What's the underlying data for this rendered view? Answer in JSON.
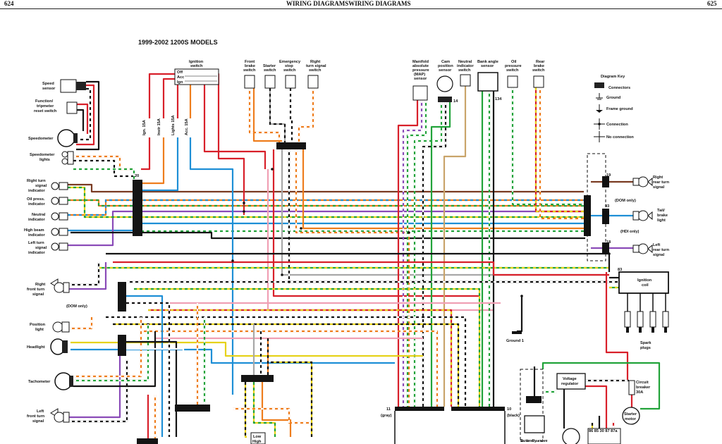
{
  "header": {
    "page_left": "624",
    "title": "WIRING DIAGRAMSWIRING DIAGRAMS",
    "page_right": "625"
  },
  "diagram_title": "1999-2002 1200S MODELS",
  "components": {
    "speed_sensor": [
      "Speed",
      "sensor"
    ],
    "function_switch": [
      "Function/",
      "tripmeter",
      "reset switch"
    ],
    "speedometer": "Speedometer",
    "speedometer_lights": [
      "Speedometer",
      "lights"
    ],
    "right_turn_indicator": [
      "Right turn",
      "signal",
      "indicator"
    ],
    "oil_press_indicator": [
      "Oil press.",
      "indicator"
    ],
    "neutral_indicator": [
      "Neutral",
      "indicator"
    ],
    "high_beam_indicator": [
      "High beam",
      "indicator"
    ],
    "left_turn_indicator": [
      "Left turn",
      "signal",
      "indicator"
    ],
    "right_front_turn": [
      "Right",
      "front turn",
      "signal"
    ],
    "dom_only": "(DOM only)",
    "position_light": [
      "Position",
      "light"
    ],
    "headlight": "Headlight",
    "tachometer": "Tachometer",
    "left_front_turn": [
      "Left",
      "front turn",
      "signal"
    ],
    "ignition_switch": [
      "Ignition",
      "switch"
    ],
    "ignition_positions": [
      "Off",
      "Acc",
      "Ign"
    ],
    "fuses": [
      "Ign. 15A",
      "Instr 15A",
      "Lights 15A",
      "Acc. 15A"
    ],
    "front_brake_switch": [
      "Front",
      "brake",
      "switch"
    ],
    "starter_switch": [
      "Starter",
      "switch"
    ],
    "emergency_stop_switch": [
      "Emergency",
      "stop",
      "switch"
    ],
    "right_turn_switch": [
      "Right",
      "turn signal",
      "switch"
    ],
    "map_sensor": [
      "Manifold",
      "absolute",
      "pressure",
      "(MAP)",
      "sensor"
    ],
    "cam_sensor": [
      "Cam",
      "position",
      "sensor"
    ],
    "neutral_switch": [
      "Neutral",
      "indicator",
      "switch"
    ],
    "bank_angle_sensor": [
      "Bank angle",
      "sensor"
    ],
    "oil_pressure_switch": [
      "Oil",
      "pressure",
      "switch"
    ],
    "rear_brake_switch": [
      "Rear",
      "brake",
      "switch"
    ],
    "right_rear_turn": [
      "Right",
      "rear turn",
      "signal"
    ],
    "tail_brake": [
      "Tail/",
      "brake",
      "light"
    ],
    "dom_only_rear": "(DOM only)",
    "hdi_only": "(HDI only)",
    "left_rear_turn": [
      "Left",
      "rear turn",
      "signal"
    ],
    "ignition_coil": [
      "Ignition",
      "coil"
    ],
    "spark_plugs": [
      "Spark",
      "plugs"
    ],
    "ground_1": "Ground 1",
    "voltage_regulator": [
      "Voltage",
      "regulator"
    ],
    "circuit_breaker": [
      "Circuit",
      "breaker",
      "30A"
    ],
    "starter_motor": [
      "Starter",
      "motor"
    ],
    "butterfly_valve": "Butterfly valve",
    "low_high": [
      "Low",
      "High"
    ],
    "ecm_left": [
      "11",
      "(gray)"
    ],
    "ecm_right": [
      "10",
      "(black)"
    ],
    "relay_pins": "86 85 30 87 87a"
  },
  "connector_numbers": {
    "c20": "20",
    "c14": "14",
    "c134": "134",
    "c19": "19",
    "c93": "93",
    "c18": "18",
    "c83": "83"
  },
  "legend": {
    "title": "Diagram Key",
    "items": [
      "Connectors",
      "Ground",
      "Frame ground",
      "Connection",
      "No connection"
    ]
  },
  "colors": {
    "red": "#d8202a",
    "black": "#141414",
    "brown": "#7a3b22",
    "orange": "#ee7d1d",
    "yellow": "#e6d21a",
    "green": "#22a33a",
    "blue": "#1e8fd6",
    "violet": "#8a4bb8",
    "pink": "#f0a0b4",
    "gray": "#a8a8a8",
    "white": "#ffffff",
    "tan": "#c9a46a"
  }
}
